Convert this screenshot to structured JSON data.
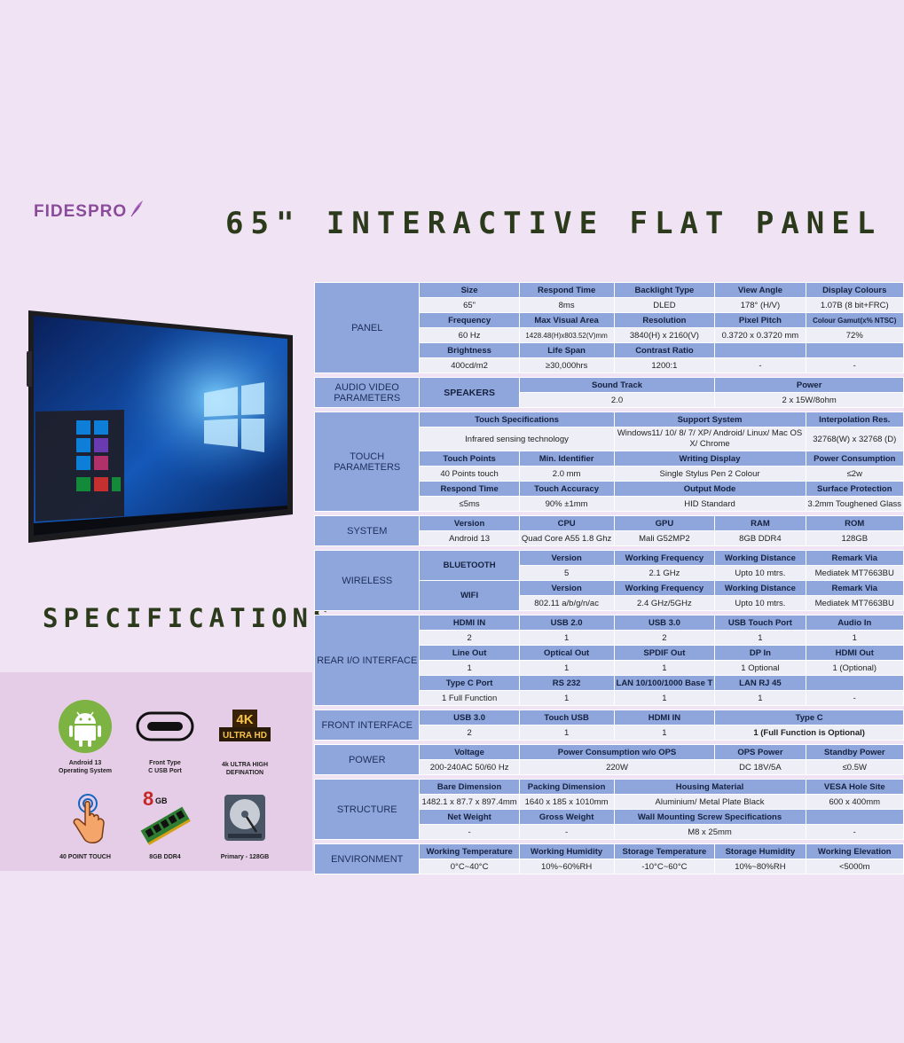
{
  "brand": {
    "name": "FIDESPRO"
  },
  "title": "65\" INTERACTIVE FLAT PANEL",
  "specs_heading": "SPECIFICATIONS",
  "features": [
    {
      "icon": "android-icon",
      "label": "Android 13\nOperating System"
    },
    {
      "icon": "usb-c-icon",
      "label": "Front Type\nC USB Port"
    },
    {
      "icon": "4k-ultra-hd-icon",
      "label": "4k ULTRA HIGH\nDEFINATION",
      "badge_top": "4K",
      "badge_bottom": "ULTRA HD"
    },
    {
      "icon": "touch-hand-icon",
      "label": "40 POINT TOUCH"
    },
    {
      "icon": "ram-icon",
      "label": "8GB DDR4",
      "badge": "8",
      "badge_sub": "GB"
    },
    {
      "icon": "hard-disk-icon",
      "label": "Primary - 128GB"
    }
  ],
  "sections": {
    "panel": {
      "name": "PANEL",
      "h1": [
        "Size",
        "Respond Time",
        "Backlight Type",
        "View Angle",
        "Display Colours"
      ],
      "v1": [
        "65\"",
        "8ms",
        "DLED",
        "178° (H/V)",
        "1.07B (8 bit+FRC)"
      ],
      "h2": [
        "Frequency",
        "Max Visual Area",
        "Resolution",
        "Pixel Pitch",
        "Colour Gamut(x% NTSC)"
      ],
      "v2": [
        "60 Hz",
        "1428.48(H)x803.52(V)mm",
        "3840(H) x 2160(V)",
        "0.3720 x 0.3720 mm",
        "72%"
      ],
      "h3": [
        "Brightness",
        "Life Span",
        "Contrast Ratio",
        "",
        ""
      ],
      "v3": [
        "400cd/m2",
        "≥30,000hrs",
        "1200:1",
        "-",
        "-"
      ]
    },
    "audio": {
      "name": "AUDIO VIDEO PARAMETERS",
      "sub": "SPEAKERS",
      "h": [
        "Sound Track",
        "Power"
      ],
      "v": [
        "2.0",
        "2 x 15W/8ohm"
      ]
    },
    "touch": {
      "name": "TOUCH PARAMETERS",
      "h1": [
        "Touch Specifications",
        "Support System",
        "Interpolation Res."
      ],
      "v1": [
        "Infrared sensing technology",
        "Windows11/ 10/ 8/ 7/ XP/ Android/ Linux/ Mac OS X/ Chrome",
        "32768(W) x 32768 (D)"
      ],
      "h2": [
        "Touch Points",
        "Min. Identifier",
        "Writing Display",
        "Power Consumption"
      ],
      "v2": [
        "40 Points touch",
        "2.0 mm",
        "Single Stylus Pen 2 Colour",
        "≤2w"
      ],
      "h3": [
        "Respond Time",
        "Touch Accuracy",
        "Output Mode",
        "Surface Protection"
      ],
      "v3": [
        "≤5ms",
        "90% ±1mm",
        "HID Standard",
        "3.2mm Toughened Glass"
      ]
    },
    "system": {
      "name": "SYSTEM",
      "h": [
        "Version",
        "CPU",
        "GPU",
        "RAM",
        "ROM"
      ],
      "v": [
        "Android 13",
        "Quad Core A55 1.8 Ghz",
        "Mali G52MP2",
        "8GB DDR4",
        "128GB"
      ]
    },
    "wireless": {
      "name": "WIRELESS",
      "bt": "BLUETOOTH",
      "bt_h": [
        "Version",
        "Working Frequency",
        "Working Distance",
        "Remark Via"
      ],
      "bt_v": [
        "5",
        "2.1 GHz",
        "Upto 10 mtrs.",
        "Mediatek MT7663BU"
      ],
      "wifi": "WIFI",
      "wifi_h": [
        "Version",
        "Working Frequency",
        "Working Distance",
        "Remark Via"
      ],
      "wifi_v": [
        "802.11 a/b/g/n/ac",
        "2.4 GHz/5GHz",
        "Upto 10 mtrs.",
        "Mediatek MT7663BU"
      ]
    },
    "rear": {
      "name": "REAR I/O INTERFACE",
      "h1": [
        "HDMI IN",
        "USB 2.0",
        "USB 3.0",
        "USB Touch Port",
        "Audio In"
      ],
      "v1": [
        "2",
        "1",
        "2",
        "1",
        "1"
      ],
      "h2": [
        "Line Out",
        "Optical Out",
        "SPDIF Out",
        "DP In",
        "HDMI Out"
      ],
      "v2": [
        "1",
        "1",
        "1",
        "1 Optional",
        "1 (Optional)"
      ],
      "h3": [
        "Type C Port",
        "RS 232",
        "LAN 10/100/1000 Base T",
        "LAN RJ 45",
        ""
      ],
      "v3": [
        "1 Full Function",
        "1",
        "1",
        "1",
        "-"
      ]
    },
    "front": {
      "name": "FRONT INTERFACE",
      "h": [
        "USB 3.0",
        "Touch USB",
        "HDMI IN",
        "Type C"
      ],
      "v": [
        "2",
        "1",
        "1",
        "1 (Full Function is Optional)"
      ]
    },
    "power": {
      "name": "POWER",
      "h": [
        "Voltage",
        "Power Consumption w/o OPS",
        "OPS Power",
        "Standby Power"
      ],
      "v": [
        "200-240AC 50/60 Hz",
        "220W",
        "DC 18V/5A",
        "≤0.5W"
      ]
    },
    "structure": {
      "name": "STRUCTURE",
      "h1": [
        "Bare Dimension",
        "Packing Dimension",
        "Housing Material",
        "VESA Hole Site"
      ],
      "v1": [
        "1482.1 x 87.7 x 897.4mm",
        "1640 x 185 x 1010mm",
        "Aluminium/ Metal Plate Black",
        "600 x 400mm"
      ],
      "h2": [
        "Net Weight",
        "Gross Weight",
        "Wall Mounting Screw Specifications",
        ""
      ],
      "v2": [
        "-",
        "-",
        "M8 x 25mm",
        "-"
      ]
    },
    "environment": {
      "name": "ENVIRONMENT",
      "h": [
        "Working Temperature",
        "Working Humidity",
        "Storage Temperature",
        "Storage Humidity",
        "Working Elevation"
      ],
      "v": [
        "0°C~40°C",
        "10%~60%RH",
        "-10°C~60°C",
        "10%~80%RH",
        "<5000m"
      ]
    }
  }
}
